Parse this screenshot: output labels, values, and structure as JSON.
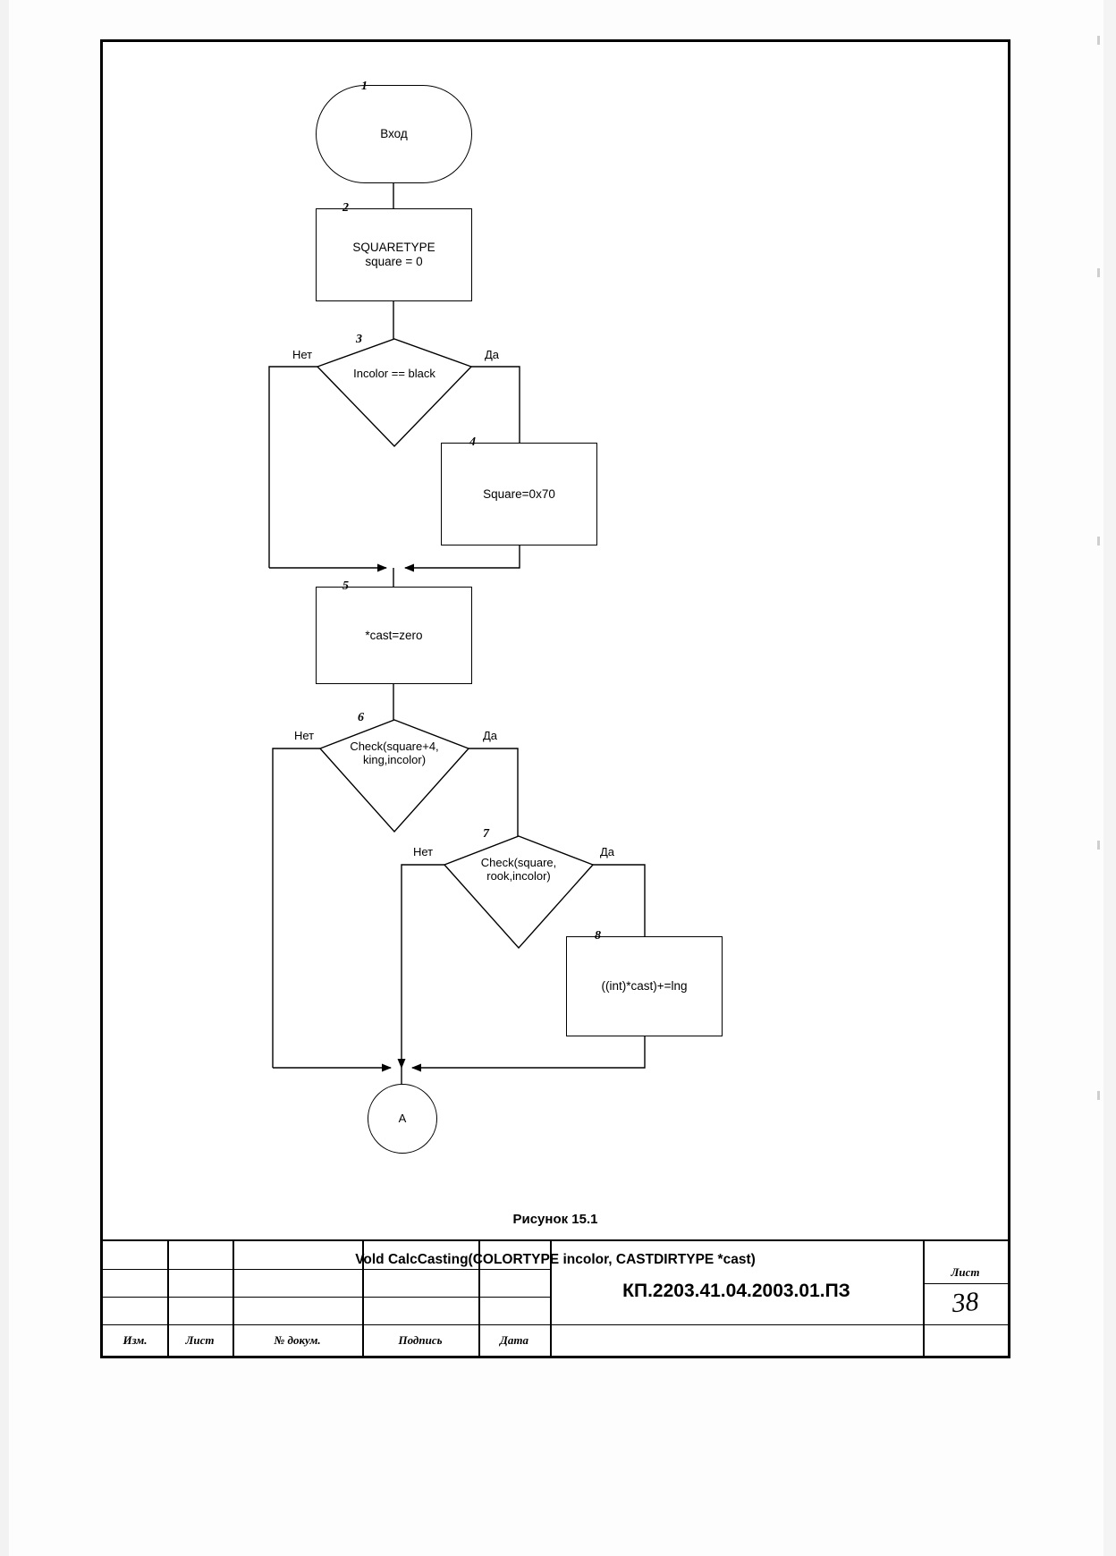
{
  "document": {
    "figure_caption": "Рисунок 15.1",
    "figure_signature": "Vold CalcCasting(COLORTYPE incolor, CASTDIRTYPE *cast)",
    "doc_code": "КП.2203.41.04.2003.01.ПЗ",
    "sheet_word": "Лист",
    "sheet_number": "38",
    "stamp_columns": [
      {
        "label": "Изм."
      },
      {
        "label": "Лист"
      },
      {
        "label": "№ докум."
      },
      {
        "label": "Подпись"
      },
      {
        "label": "Дата"
      }
    ]
  },
  "chart_data": {
    "type": "diagram",
    "title": "Рисунок 15.1",
    "subtitle": "Vold CalcCasting(COLORTYPE incolor, CASTDIRTYPE *cast)",
    "nodes": [
      {
        "id": "1",
        "shape": "terminator",
        "text": "Вход"
      },
      {
        "id": "2",
        "shape": "process",
        "text": "SQUARETYPE\nsquare = 0"
      },
      {
        "id": "3",
        "shape": "decision",
        "text": "Incolor == black"
      },
      {
        "id": "4",
        "shape": "process",
        "text": "Square=0x70"
      },
      {
        "id": "5",
        "shape": "process",
        "text": "*cast=zero"
      },
      {
        "id": "6",
        "shape": "decision",
        "text": "Check(square+4,\nking,incolor)"
      },
      {
        "id": "7",
        "shape": "decision",
        "text": "Check(square,\nrook,incolor)"
      },
      {
        "id": "8",
        "shape": "process",
        "text": "((int)*cast)+=lng"
      },
      {
        "id": "A",
        "shape": "connector",
        "text": "А"
      }
    ],
    "edge_labels": {
      "no": "Нет",
      "yes": "Да"
    },
    "edges": [
      {
        "from": "1",
        "to": "2",
        "label": ""
      },
      {
        "from": "2",
        "to": "3",
        "label": ""
      },
      {
        "from": "3",
        "to": "5",
        "label": "Нет"
      },
      {
        "from": "3",
        "to": "4",
        "label": "Да"
      },
      {
        "from": "4",
        "to": "5",
        "label": ""
      },
      {
        "from": "5",
        "to": "6",
        "label": ""
      },
      {
        "from": "6",
        "to": "A",
        "label": "Нет"
      },
      {
        "from": "6",
        "to": "7",
        "label": "Да"
      },
      {
        "from": "7",
        "to": "A",
        "label": "Нет"
      },
      {
        "from": "7",
        "to": "8",
        "label": "Да"
      },
      {
        "from": "8",
        "to": "A",
        "label": ""
      }
    ]
  }
}
